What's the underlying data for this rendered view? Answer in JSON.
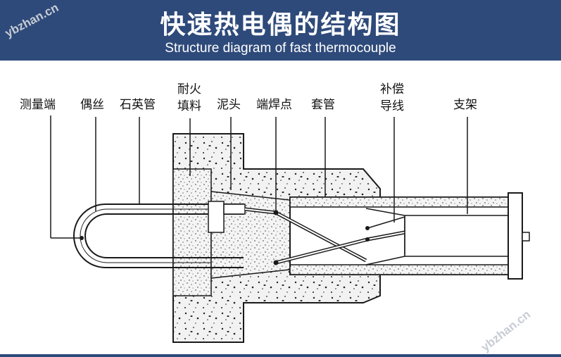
{
  "header": {
    "title": "快速热电偶的结构图",
    "subtitle": "Structure diagram of fast thermocouple"
  },
  "watermarks": {
    "top_left": "ybzhan.cn",
    "bottom_right": "ybzhan.cn"
  },
  "labels": {
    "measuring_end": "测量端",
    "couple_wire": "偶丝",
    "quartz_tube": "石英管",
    "refractory_line1": "耐火",
    "refractory_line2": "填料",
    "mud_head": "泥头",
    "end_solder_point": "端焊点",
    "sleeve": "套管",
    "compensation_line1": "补偿",
    "compensation_line2": "导线",
    "bracket": "支架"
  },
  "colors": {
    "header_bg": "#2e4a7a",
    "header_text": "#ffffff",
    "line": "#1a1a1a",
    "fill": "#f2f2f2",
    "watermark": "#c8ccd4"
  }
}
